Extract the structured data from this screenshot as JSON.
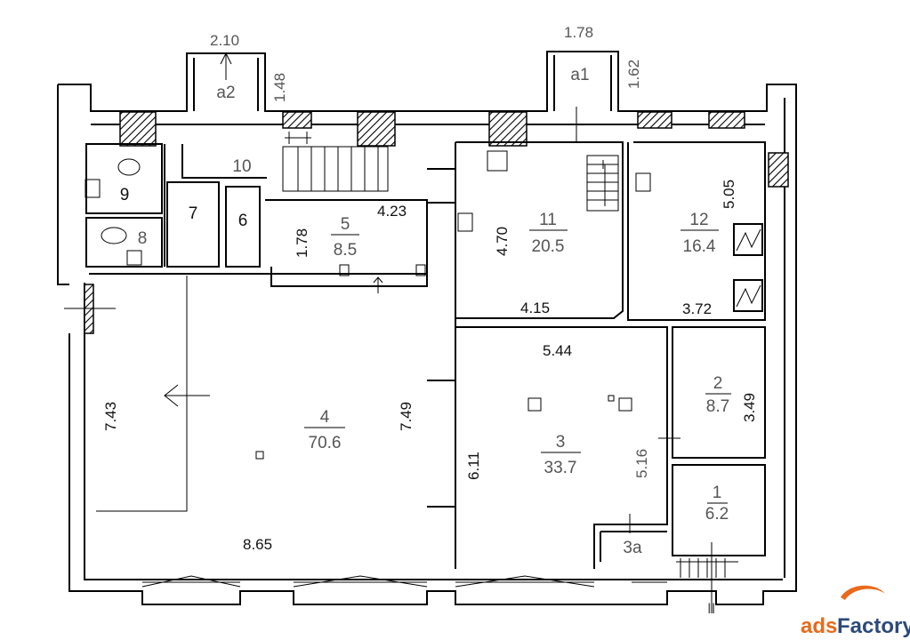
{
  "rooms": {
    "r1": {
      "num": "1",
      "area": "6.2"
    },
    "r2": {
      "num": "2",
      "area": "8.7"
    },
    "r3": {
      "num": "3",
      "area": "33.7"
    },
    "r3a": {
      "num": "3a"
    },
    "r4": {
      "num": "4",
      "area": "70.6"
    },
    "r5": {
      "num": "5",
      "area": "8.5"
    },
    "r6": {
      "num": "6"
    },
    "r7": {
      "num": "7"
    },
    "r8": {
      "num": "8"
    },
    "r9": {
      "num": "9"
    },
    "r10": {
      "num": "10"
    },
    "r11": {
      "num": "11",
      "area": "20.5"
    },
    "r12": {
      "num": "12",
      "area": "16.4"
    },
    "a1": {
      "num": "a1"
    },
    "a2": {
      "num": "a2"
    }
  },
  "dimensions": {
    "d_a2_w": "2.10",
    "d_a2_h": "1.48",
    "d_a1_w": "1.78",
    "d_a1_h": "1.62",
    "d_r4_left": "7.43",
    "d_r4_right": "7.49",
    "d_r4_bottom": "8.65",
    "d_r5_h": "1.78",
    "d_r5_w": "4.23",
    "d_r11_h": "4.70",
    "d_r11_w": "4.15",
    "d_r12_h": "5.05",
    "d_r12_w": "3.72",
    "d_r3_top": "5.44",
    "d_r3_left": "6.11",
    "d_r3_right": "5.16",
    "d_r2_h": "3.49"
  },
  "markers": {
    "bottom_II": "II"
  },
  "watermark": {
    "ads": "ads",
    "factory": "Factory",
    "colors": {
      "ads": "#e96a1c",
      "factory": "#2c4a7a"
    }
  }
}
